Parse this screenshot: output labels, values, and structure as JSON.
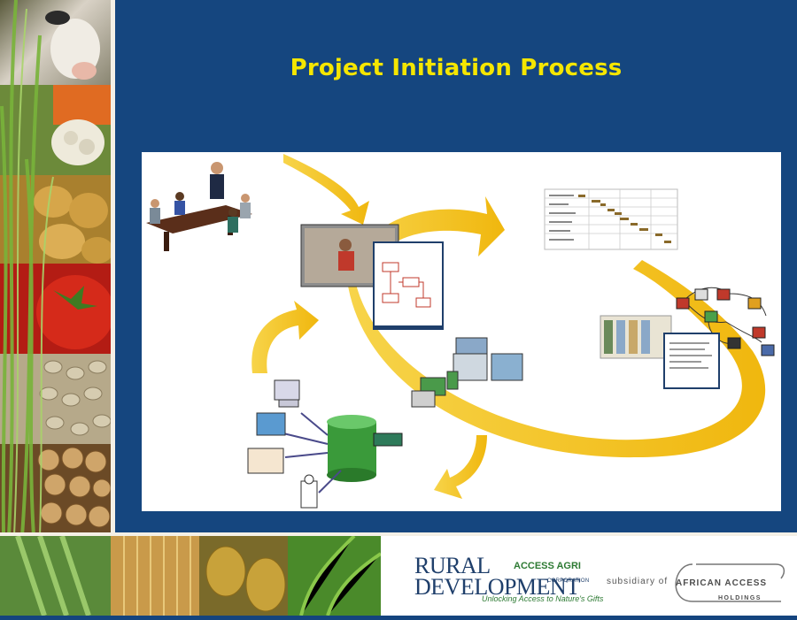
{
  "slide": {
    "title": "Project Initiation Process"
  },
  "footer": {
    "logo_line1": "RURAL",
    "logo_line2": "DEVELOPMENT",
    "logo_agri": "ACCESS AGRI",
    "logo_corporation": "CORPORATION",
    "tagline": "Unlocking Access to Nature's Gifts",
    "subsidiary_text": "subsidiary of",
    "partner_name": "AFRICAN ACCESS",
    "partner_sub": "HOLDINGS"
  },
  "colors": {
    "background": "#15467f",
    "title": "#f5e600",
    "arrow": "#f2c21a"
  }
}
